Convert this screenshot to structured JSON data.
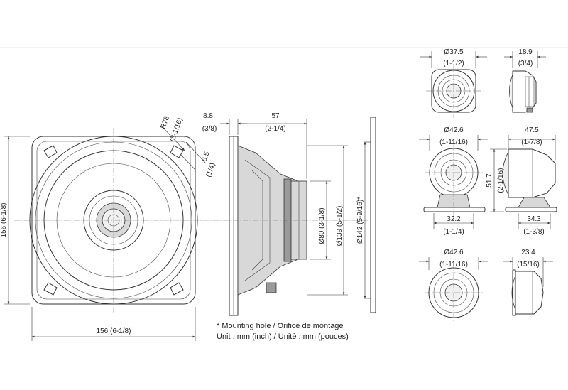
{
  "front_view": {
    "width_label": "156 (6-1/8)",
    "height_label": "156 (6-1/8)",
    "radius_label_1": "R78",
    "radius_label_2": "(3-1/16)",
    "hole_label_1": "6.5",
    "hole_label_2": "(1/4)"
  },
  "side_view": {
    "flange_label_1": "8.8",
    "flange_label_2": "(3/8)",
    "depth_label_1": "57",
    "depth_label_2": "(2-1/4)",
    "magnet_diameter": "Ø80 (3-1/8)",
    "basket_diameter": "Ø139 (5-1/2)",
    "mounting_diameter": "Ø142 (5-9/16)*"
  },
  "tweeter_top": {
    "diameter_1": "Ø37.5",
    "diameter_2": "(1-1/2)",
    "depth_1": "18.9",
    "depth_2": "(3/4)"
  },
  "tweeter_stand": {
    "diameter_1": "Ø42.6",
    "diameter_2": "(1-11/16)",
    "depth_1": "47.5",
    "depth_2": "(1-7/8)",
    "height_1": "51.7",
    "height_2": "(2-1/16)",
    "base_width_1": "32.2",
    "base_width_2": "(1-1/4)",
    "base_depth_1": "34.3",
    "base_depth_2": "(1-3/8)"
  },
  "tweeter_flush": {
    "diameter_1": "Ø42.6",
    "diameter_2": "(1-11/16)",
    "depth_1": "23.4",
    "depth_2": "(15/16)"
  },
  "notes": {
    "mounting_hole": "* Mounting hole / Orifice de montage",
    "unit": "Unit : mm (inch) / Unitè : mm (pouces)"
  }
}
